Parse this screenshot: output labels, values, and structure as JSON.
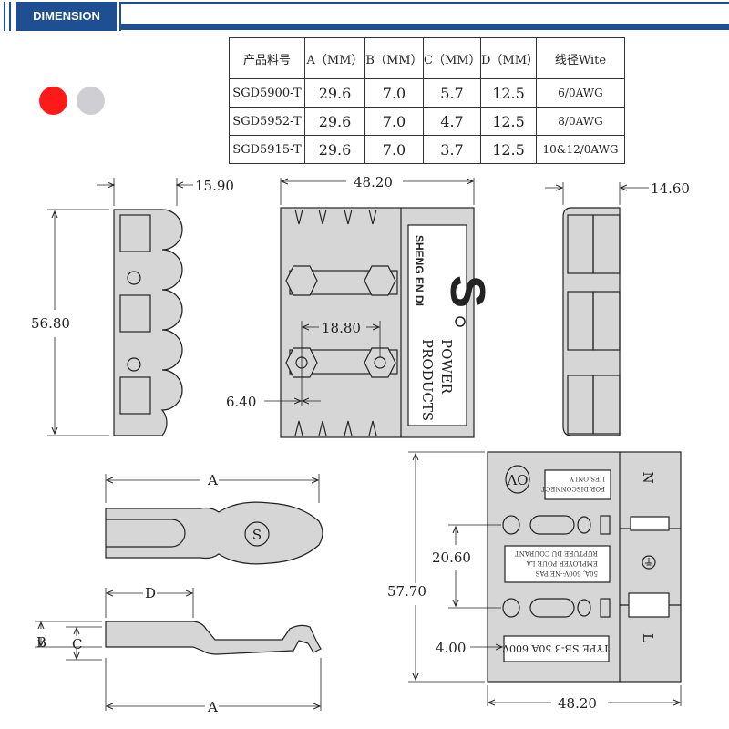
{
  "header": {
    "title": "DIMENSION",
    "color": "#1f4f93"
  },
  "table": {
    "headers": [
      "产品料号",
      "A（MM）",
      "B（MM）",
      "C（MM）",
      "D（MM）",
      "线径Wite"
    ],
    "rows": [
      [
        "SGD5900-T",
        "29.6",
        "7.0",
        "5.7",
        "12.5",
        "6/0AWG"
      ],
      [
        "SGD5952-T",
        "29.6",
        "7.0",
        "4.7",
        "12.5",
        "8/0AWG"
      ],
      [
        "SGD5915-T",
        "29.6",
        "7.0",
        "3.7",
        "12.5",
        "10&12/0AWG"
      ]
    ]
  },
  "colors": {
    "red_option": "#ff1a1a",
    "grey_option": "#cfcfd3",
    "body_fill": "#d6d6d6"
  },
  "dims": {
    "side_width": "15.90",
    "side_height": "56.80",
    "front_width": "48.20",
    "hole_spacing": "18.80",
    "offset": "6.40",
    "right_width": "14.60",
    "bottom_height": "57.70",
    "bottom_spacing": "20.60",
    "bottom_small": "4.00",
    "bottom_width": "48.20",
    "letter_a": "A",
    "letter_b": "B",
    "letter_c": "C",
    "letter_d": "D"
  },
  "logo": {
    "brand": "SHENG EN DI",
    "line1": "POWER",
    "line2": "PRODUCTS",
    "mark": "S",
    "circle_label": "S"
  },
  "labels": {
    "n": "N",
    "l": "L",
    "ov": "OV",
    "label1_l1": "FOR DISCONNECT",
    "label1_l2": "UES ONLY",
    "label2_l1": "50A, 600V--NE PAS",
    "label2_l2": "EMPLOYER POUR LA",
    "label2_l3": "RUPTURE DU COURANT",
    "label3": "TYPE SB-3 50A 600V"
  }
}
